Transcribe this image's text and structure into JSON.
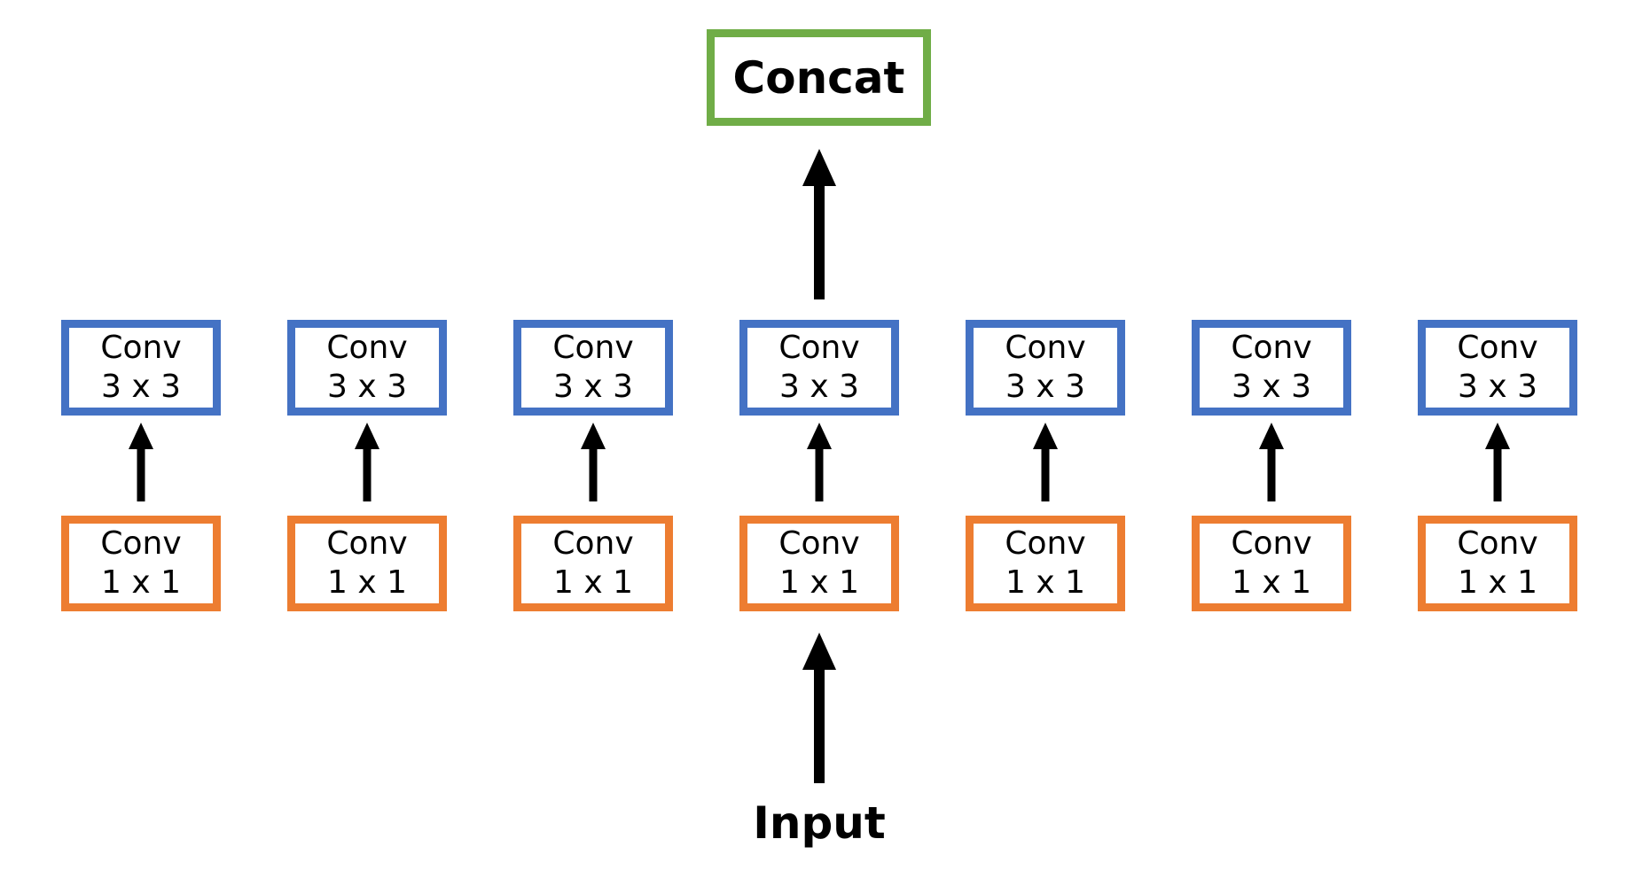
{
  "concat": {
    "label": "Concat"
  },
  "input": {
    "label": "Input"
  },
  "colors": {
    "conv3x3_border": "#4472C4",
    "conv1x1_border": "#ED7D31",
    "concat_border": "#70AD47",
    "arrow": "#000000"
  },
  "branches": [
    {
      "conv3x3": {
        "line1": "Conv",
        "line2": "3 x 3"
      },
      "conv1x1": {
        "line1": "Conv",
        "line2": "1 x 1"
      }
    },
    {
      "conv3x3": {
        "line1": "Conv",
        "line2": "3 x 3"
      },
      "conv1x1": {
        "line1": "Conv",
        "line2": "1 x 1"
      }
    },
    {
      "conv3x3": {
        "line1": "Conv",
        "line2": "3 x 3"
      },
      "conv1x1": {
        "line1": "Conv",
        "line2": "1 x 1"
      }
    },
    {
      "conv3x3": {
        "line1": "Conv",
        "line2": "3 x 3"
      },
      "conv1x1": {
        "line1": "Conv",
        "line2": "1 x 1"
      }
    },
    {
      "conv3x3": {
        "line1": "Conv",
        "line2": "3 x 3"
      },
      "conv1x1": {
        "line1": "Conv",
        "line2": "1 x 1"
      }
    },
    {
      "conv3x3": {
        "line1": "Conv",
        "line2": "3 x 3"
      },
      "conv1x1": {
        "line1": "Conv",
        "line2": "1 x 1"
      }
    },
    {
      "conv3x3": {
        "line1": "Conv",
        "line2": "3 x 3"
      },
      "conv1x1": {
        "line1": "Conv",
        "line2": "1 x 1"
      }
    }
  ]
}
